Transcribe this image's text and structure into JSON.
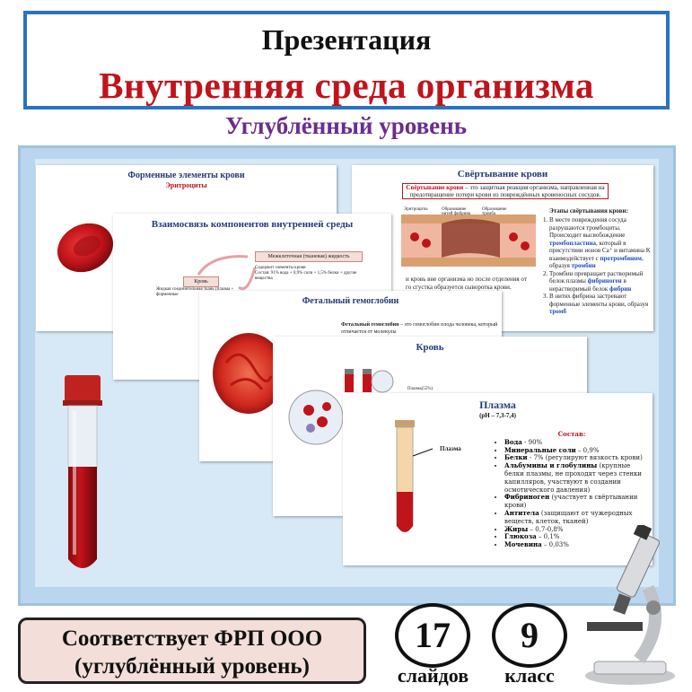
{
  "header": {
    "pre_title": "Презентация",
    "title": "Внутренняя среда организма",
    "subtitle": "Углублённый уровень"
  },
  "slides": {
    "s1": {
      "title": "Форменные элементы крови",
      "subtitle": "Эритроциты"
    },
    "s2": {
      "title": "Свёртывание крови",
      "intro_term": "Свёртывание крови",
      "intro_text": " – это защитная реакция организма, направленная на предотвращение потери крови из повреждённых кровеносных сосудов.",
      "diagram_labels": [
        "Эритроциты",
        "Образование нитей фибрина",
        "Образование тромба"
      ],
      "stages_title": "Этапы свёртывания крови:",
      "stages": [
        {
          "text": "В месте повреждения сосуда разрушаются тромбоциты. Происходит высвобождение ",
          "term": "тромбопластина",
          "tail": ", который в присутствии ионов Ca⁺ и витамина K взаимодействует с ",
          "term2": "протромбином",
          "tail2": ", образуя ",
          "term3": "тромбин"
        },
        {
          "text": "Тромбин превращает растворимый белок плазмы ",
          "term": "фибриноген",
          "tail": " в нерастворимый белок ",
          "term2": "фибрин"
        },
        {
          "text": "В нитях фибрина застревают форменные элементы крови, образуя ",
          "term": "тромб"
        }
      ]
    },
    "s3": {
      "title": "Взаимосвязь компонентов внутренней среды",
      "box_top": "Межклеточная (тканевая) жидкость",
      "box_left": "Кровь",
      "caption_1": "Содержит элементы крови",
      "caption_2": "Состав: 91% вода + 0,9% соли + 1,5% белки + другие вещества",
      "caption_3": "Жидкая соединительная ткань (плазма + форменные",
      "partial_1": "и кровь вне организма но после отделения от",
      "partial_2": "го сгустка образуется сыворотка крови."
    },
    "s4": {
      "title": "Фетальный гемоглобин",
      "term": "Фетальный гемоглобин",
      "text": " – это гемоглобин плода человека, который отличается от молекулы"
    },
    "s5": {
      "title": "Кровь",
      "label": "Плазма(55%)"
    },
    "s6": {
      "title": "Плазма",
      "subtitle": "(pH – 7,3-7,4)",
      "tube_label": "Плазма",
      "composition_title": "Состав:",
      "items": [
        {
          "name": "Вода",
          "value": " - 90%"
        },
        {
          "name": "Минеральные соли",
          "value": " – 0,9%"
        },
        {
          "name": "Белки",
          "value": " - 7% (регулируют вязкость крови)"
        },
        {
          "name": "Альбумины и глобулины",
          "value": " (крупные белки плазмы, не проходят через стенки капилляров, участвуют в создании осмотического давления)"
        },
        {
          "name": "Фибриноген",
          "value": " (участвует в свёртывании крови)"
        },
        {
          "name": "Антитела",
          "value": " (защищают от чужеродных веществ, клеток, тканей)"
        },
        {
          "name": "Жиры",
          "value": " – 0,7-0,8%"
        },
        {
          "name": "Глюкоза",
          "value": " – 0,1%"
        },
        {
          "name": "Мочевина",
          "value": " – 0,03%"
        }
      ]
    }
  },
  "footer": {
    "badge_line1": "Соответствует ФРП ООО",
    "badge_line2": "(углублённый уровень)",
    "slides_count": "17",
    "slides_label": "слайдов",
    "grade": "9",
    "grade_label": "класс"
  },
  "colors": {
    "accent_blue": "#2b73c0",
    "title_red": "#c0141b",
    "subtitle_purple": "#6a2d8f",
    "frame_blue": "#b9d6ee",
    "badge_bg": "#f3ded9"
  }
}
